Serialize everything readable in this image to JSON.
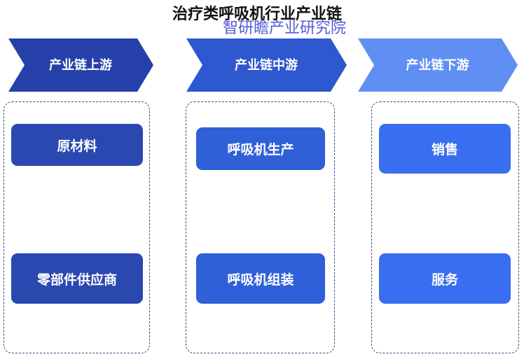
{
  "title": "治疗类呼吸机行业产业链",
  "watermark": "智研瞻产业研究院",
  "colors": {
    "upstream": "#2a48b0",
    "midstream": "#3060d8",
    "downstream": "#5f8ff2",
    "box_border": "#3a4b8c"
  },
  "stages": [
    {
      "label": "产业链上游",
      "items": [
        "原材料",
        "零部件供应商"
      ]
    },
    {
      "label": "产业链中游",
      "items": [
        "呼吸机生产",
        "呼吸机组装"
      ]
    },
    {
      "label": "产业链下游",
      "items": [
        "销售",
        "服务"
      ]
    }
  ]
}
